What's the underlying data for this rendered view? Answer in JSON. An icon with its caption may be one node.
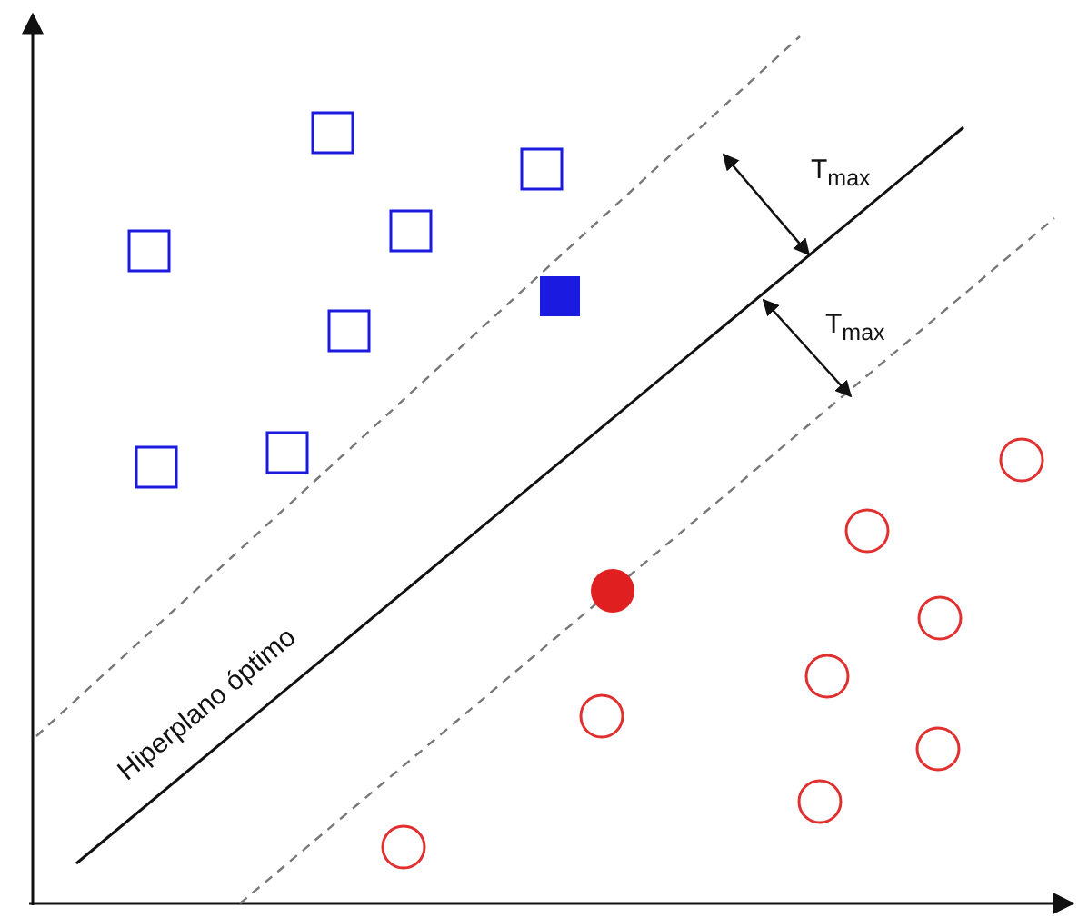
{
  "diagram": {
    "labels": [
      "T$_{max}$",
      "T$_{max}$",
      "Hiperplano óptimo"
    ]
  }
}
